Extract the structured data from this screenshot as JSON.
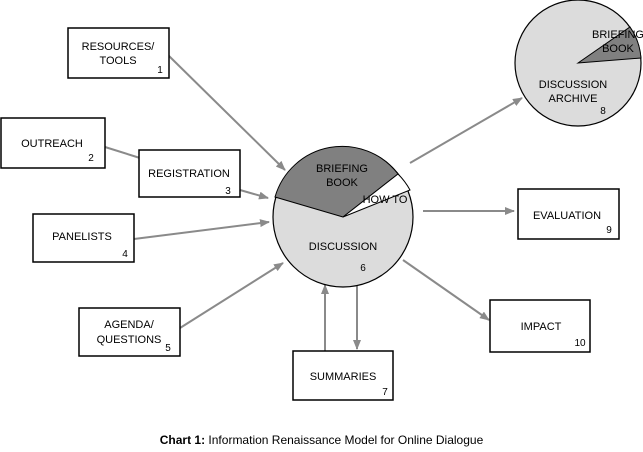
{
  "colors": {
    "dark": "#808080",
    "light": "#dcdcdc",
    "arrow": "#8a8a8a",
    "line": "#000000"
  },
  "boxes": {
    "resources": {
      "lines": [
        "RESOURCES/",
        "TOOLS"
      ],
      "num": "1"
    },
    "outreach": {
      "lines": [
        "OUTREACH"
      ],
      "num": "2"
    },
    "registration": {
      "lines": [
        "REGISTRATION"
      ],
      "num": "3"
    },
    "panelists": {
      "lines": [
        "PANELISTS"
      ],
      "num": "4"
    },
    "agenda": {
      "lines": [
        "AGENDA/",
        "QUESTIONS"
      ],
      "num": "5"
    },
    "summaries": {
      "lines": [
        "SUMMARIES"
      ],
      "num": "7"
    },
    "evaluation": {
      "lines": [
        "EVALUATION"
      ],
      "num": "9"
    },
    "impact": {
      "lines": [
        "IMPACT"
      ],
      "num": "10"
    }
  },
  "discussion": {
    "num": "6",
    "slices": {
      "briefing": [
        "BRIEFING",
        "BOOK"
      ],
      "howto": "HOW TO",
      "discussion": "DISCUSSION"
    }
  },
  "archive": {
    "num": "8",
    "slices": {
      "briefing": [
        "BRIEFING",
        "BOOK"
      ],
      "discussion": [
        "DISCUSSION",
        "ARCHIVE"
      ]
    }
  },
  "caption": {
    "bold": "Chart 1:",
    "text": " Information Renaissance Model for Online Dialogue"
  }
}
